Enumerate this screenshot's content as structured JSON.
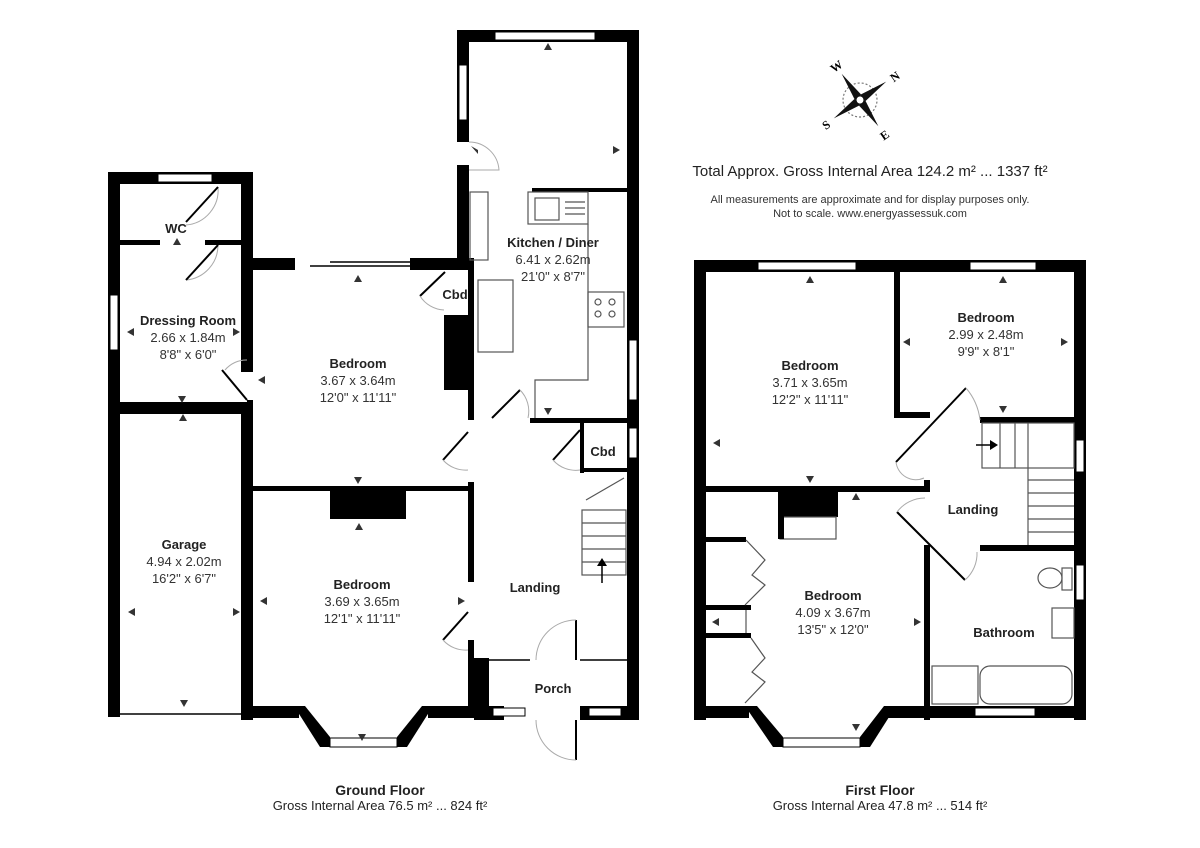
{
  "header": {
    "total_area": "Total Approx. Gross Internal Area 124.2 m² ... 1337 ft²",
    "disclaimer_line1": "All measurements are approximate and for display purposes only.",
    "disclaimer_line2": "Not to scale. www.energyassessuk.com"
  },
  "compass": {
    "icon": "compass-rose-icon",
    "labels": {
      "n": "N",
      "s": "S",
      "e": "E",
      "w": "W"
    }
  },
  "ground_floor": {
    "title": "Ground Floor",
    "area": "Gross Internal Area 76.5 m² ... 824 ft²",
    "rooms": {
      "wc": {
        "name": "WC"
      },
      "dressing": {
        "name": "Dressing Room",
        "metric": "2.66 x 1.84m",
        "imperial": "8'8\" x 6'0\""
      },
      "bedroom_rear": {
        "name": "Bedroom",
        "metric": "3.67 x 3.64m",
        "imperial": "12'0\" x 11'11\""
      },
      "cbd_upper": {
        "name": "Cbd"
      },
      "kitchen": {
        "name": "Kitchen / Diner",
        "metric": "6.41 x 2.62m",
        "imperial": "21'0\" x 8'7\""
      },
      "cbd_lower": {
        "name": "Cbd"
      },
      "garage": {
        "name": "Garage",
        "metric": "4.94 x 2.02m",
        "imperial": "16'2\" x 6'7\""
      },
      "bedroom_front": {
        "name": "Bedroom",
        "metric": "3.69 x 3.65m",
        "imperial": "12'1\" x 11'11\""
      },
      "landing": {
        "name": "Landing"
      },
      "porch": {
        "name": "Porch"
      }
    }
  },
  "first_floor": {
    "title": "First Floor",
    "area": "Gross Internal Area 47.8 m² ... 514 ft²",
    "rooms": {
      "bedroom_rear_left": {
        "name": "Bedroom",
        "metric": "3.71 x 3.65m",
        "imperial": "12'2\" x 11'11\""
      },
      "bedroom_rear_right": {
        "name": "Bedroom",
        "metric": "2.99 x 2.48m",
        "imperial": "9'9\" x 8'1\""
      },
      "landing": {
        "name": "Landing"
      },
      "bedroom_front": {
        "name": "Bedroom",
        "metric": "4.09 x 3.67m",
        "imperial": "13'5\" x 12'0\""
      },
      "bathroom": {
        "name": "Bathroom"
      }
    }
  }
}
